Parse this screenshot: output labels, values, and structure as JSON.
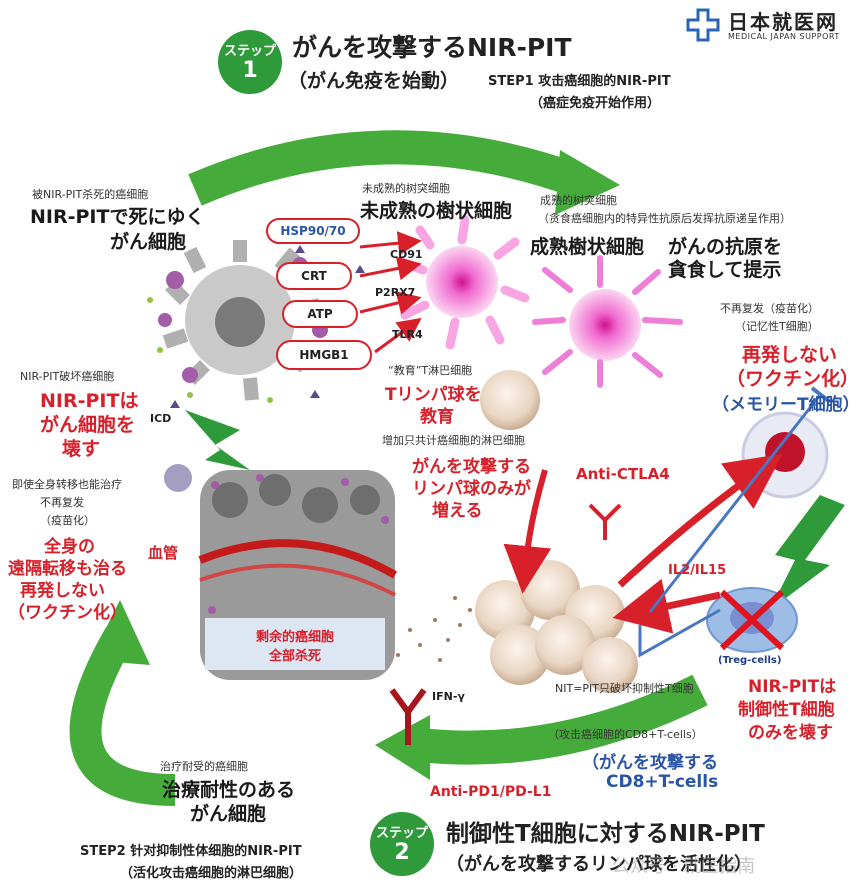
{
  "logo": {
    "name": "日本就医网",
    "sub": "MEDICAL JAPAN SUPPORT"
  },
  "step1": {
    "badge_top": "ステップ",
    "badge_num": "1",
    "title": "がんを攻撃するNIR-PIT",
    "subtitle": "（がん免疫を始動）",
    "cn_title": "STEP1  攻击癌细胞的NIR-PIT",
    "cn_sub": "（癌症免疫开始作用）"
  },
  "step2": {
    "badge_top": "ステップ",
    "badge_num": "2",
    "title": "制御性T細胞に対するNIR-PIT",
    "subtitle": "（がんを攻撃するリンパ球を活性化）",
    "cn_title": "STEP2  针对抑制性体细胞的NIR-PIT",
    "cn_sub": "（活化攻击癌细胞的淋巴细胞）"
  },
  "labels": {
    "killed_cn": "被NIR-PIT杀死的癌细胞",
    "killed_jp1": "NIR-PITで死にゆく",
    "killed_jp2": "がん細胞",
    "immature_cn": "未成熟的树突细胞",
    "immature_jp": "未成熟の樹状細胞",
    "mature_cn1": "成熟的树突细胞",
    "mature_cn2": "（贪食癌细胞内的特异性抗原后发挥抗原递呈作用）",
    "mature_jp1": "成熟樹状細胞",
    "mature_jp2": "がんの抗原を",
    "mature_jp3": "貪食して提示",
    "memory_cn1": "不再复发（疫苗化）",
    "memory_cn2": "（记忆性T细胞）",
    "memory_red1": "再発しない",
    "memory_red2": "（ワクチン化）",
    "memory_blue": "（メモリーT細胞）",
    "destroy_cn": "NIR-PIT破坏癌细胞",
    "destroy_red1": "NIR-PITは",
    "destroy_red2": "がん細胞を",
    "destroy_red3": "壊す",
    "icd": "ICD",
    "educated_cn": "“教育”T淋巴细胞",
    "educated_red1": "Tリンパ球を",
    "educated_red2": "教育",
    "increase_cn": "增加只共计癌细胞的淋巴细胞",
    "increase_red1": "がんを攻撃する",
    "increase_red2": "リンパ球のみが",
    "increase_red3": "増える",
    "anti_ctla4": "Anti-CTLA4",
    "metastasis_cn1": "即使全身转移也能治疗",
    "metastasis_cn2": "不再复发",
    "metastasis_cn3": "（疫苗化）",
    "metastasis_red1": "全身の",
    "metastasis_red2": "遠隔転移も治る",
    "metastasis_red3": "再発しない",
    "metastasis_red4": "（ワクチン化）",
    "vessel": "血管",
    "remaining_box1": "剩余的癌细胞",
    "remaining_box2": "全部杀死",
    "il2": "IL2/IL15",
    "treg": "(Treg-cells)",
    "nit_cn": "NIT=PIT只破坏抑制性T细胞",
    "treg_red1": "NIR-PITは",
    "treg_red2": "制御性T細胞",
    "treg_red3": "のみを壊す",
    "ifn": "IFN-γ",
    "cd8_cn": "（攻击癌细胞的CD8+T-cells）",
    "cd8_blue1": "（がんを攻撃する",
    "cd8_blue2": "CD8+T-cells",
    "anti_pd1": "Anti-PD1/PD-L1",
    "resistant_cn": "治疗耐受的癌细胞",
    "resistant_jp1": "治療耐性のある",
    "resistant_jp2": "がん細胞",
    "watermark": "公众号 · 就医指南"
  },
  "signals": [
    "HSP90/70",
    "CRT",
    "ATP",
    "HMGB1"
  ],
  "receptors": [
    "CD91",
    "P2RX7",
    "TLR4"
  ],
  "colors": {
    "green": "#3aa33f",
    "red": "#d8202a",
    "blue": "#2a55a6",
    "pink": "#e35bc8"
  }
}
